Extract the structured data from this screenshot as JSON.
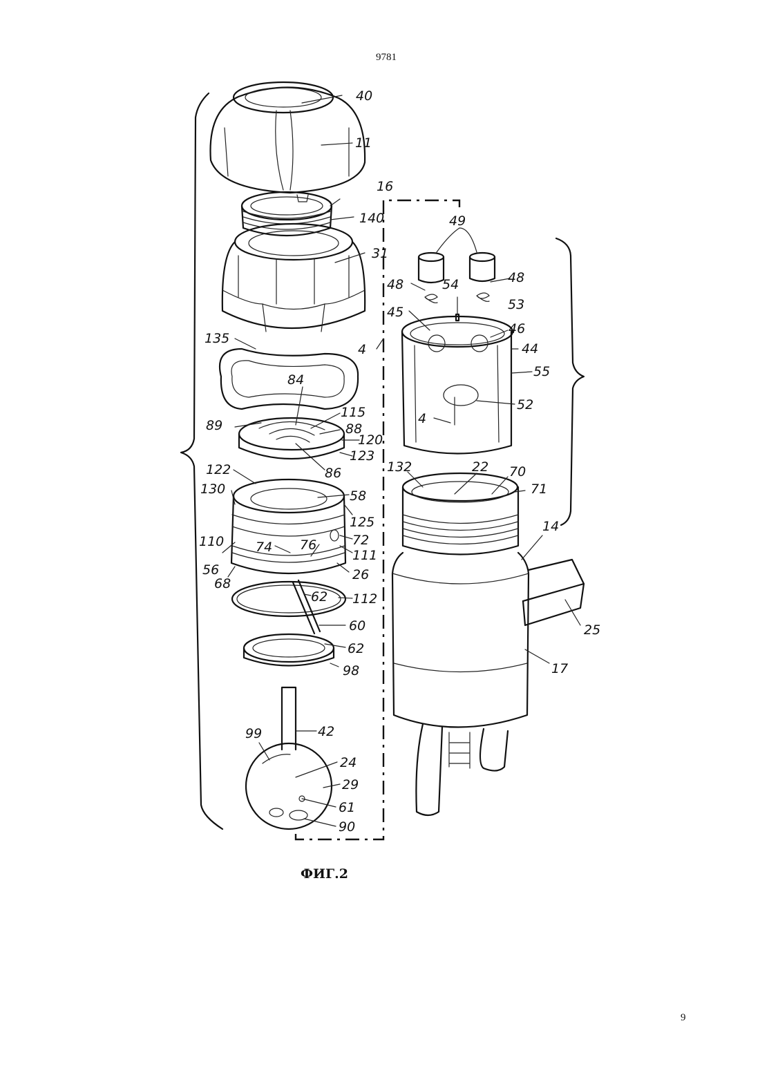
{
  "header": {
    "document_number": "9781"
  },
  "footer": {
    "page_number": "9"
  },
  "figure": {
    "caption": "ФИГ.2"
  },
  "callouts": [
    "40",
    "11",
    "16",
    "140",
    "31",
    "135",
    "84",
    "89",
    "115",
    "88",
    "120",
    "123",
    "86",
    "122",
    "130",
    "58",
    "125",
    "110",
    "72",
    "74",
    "76",
    "111",
    "56",
    "26",
    "68",
    "62",
    "112",
    "60",
    "62",
    "98",
    "99",
    "42",
    "24",
    "29",
    "61",
    "90",
    "49",
    "48",
    "54",
    "48",
    "53",
    "45",
    "46",
    "44",
    "4",
    "55",
    "52",
    "4",
    "132",
    "22",
    "70",
    "71",
    "14",
    "25",
    "17"
  ]
}
